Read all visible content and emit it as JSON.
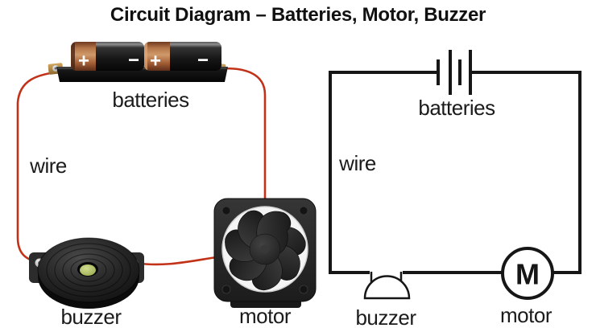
{
  "title": "Circuit Diagram – Batteries, Motor, Buzzer",
  "illustration": {
    "batteries_label": "batteries",
    "wire_label": "wire",
    "buzzer_label": "buzzer",
    "motor_label": "motor",
    "battery_cells": [
      {
        "positive": "+",
        "negative": "−"
      },
      {
        "positive": "+",
        "negative": "−"
      }
    ]
  },
  "schematic": {
    "batteries_label": "batteries",
    "wire_label": "wire",
    "buzzer_label": "buzzer",
    "motor_label": "motor",
    "motor_symbol": "M"
  },
  "colors": {
    "background": "#ffffff",
    "wire_red": "#c23218",
    "battery_copper": "#c08552",
    "component_black": "#1e1e1e",
    "buzzer_center_olive": "#b6c763",
    "schematic_line": "#161616"
  }
}
